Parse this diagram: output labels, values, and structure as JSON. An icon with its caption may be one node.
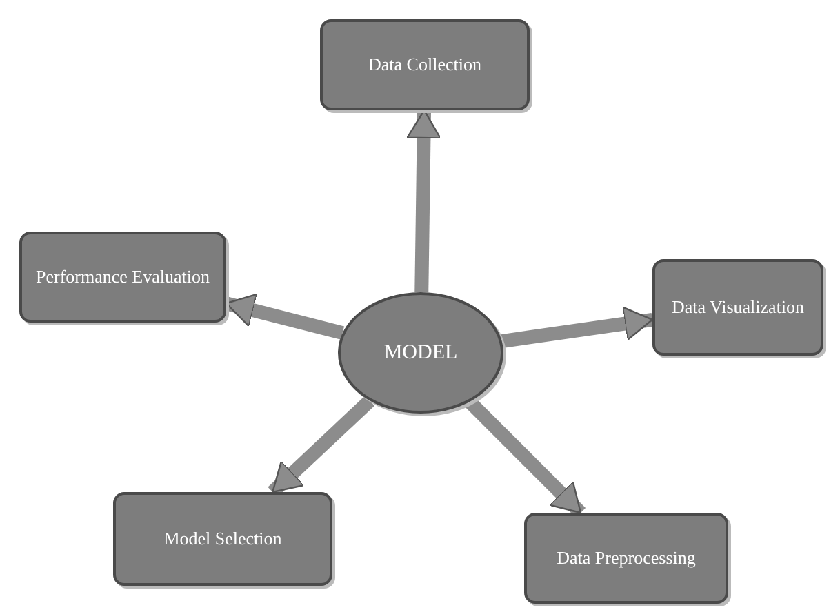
{
  "diagram": {
    "nodes": [
      {
        "text": [
          "MODEL"
        ]
      },
      {
        "text": [
          "Data Collection"
        ]
      },
      {
        "text": [
          "Performance Evaluation"
        ]
      },
      {
        "text": [
          "Data Visualization"
        ]
      },
      {
        "text": [
          "Model Selection"
        ]
      },
      {
        "text": [
          "Data Preprocessing"
        ]
      }
    ],
    "edges": [
      {
        "from": 0,
        "to": 1,
        "arrow": "to"
      },
      {
        "from": 0,
        "to": 2,
        "arrow": "to"
      },
      {
        "from": 0,
        "to": 3,
        "arrow": "to"
      },
      {
        "from": 0,
        "to": 4,
        "arrow": "to"
      },
      {
        "from": 0,
        "to": 5,
        "arrow": "to"
      }
    ]
  }
}
